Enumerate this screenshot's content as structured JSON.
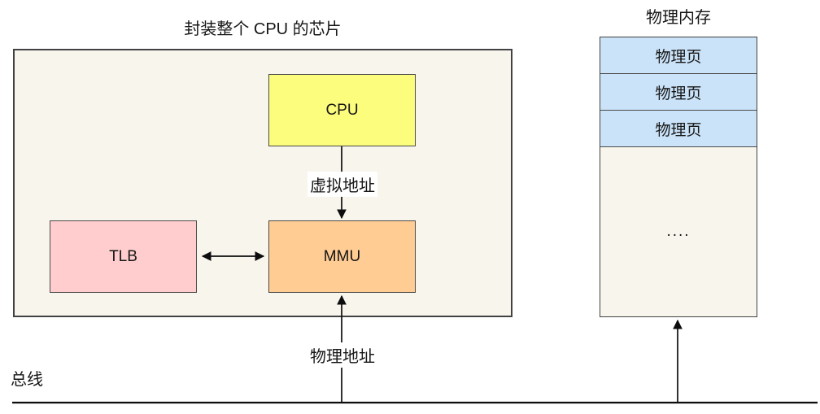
{
  "chip": {
    "title": "封装整个 CPU 的芯片",
    "cpu_label": "CPU",
    "tlb_label": "TLB",
    "mmu_label": "MMU"
  },
  "flows": {
    "virtual_address_label": "虚拟地址",
    "physical_address_label": "物理地址"
  },
  "memory": {
    "title": "物理内存",
    "pages": [
      "物理页",
      "物理页",
      "物理页"
    ],
    "ellipsis": "...."
  },
  "bus": {
    "label": "总线"
  },
  "colors": {
    "chip_fill": "#F8F5ED",
    "cpu_fill": "#FCFC7D",
    "tlb_fill": "#FFCDCD",
    "mmu_fill": "#FFCC94",
    "page_fill": "#CBE3F9",
    "box_border": "#4a4a4a",
    "outer_border": "#424242",
    "line_color": "#0d0d0d",
    "text_color": "#161616",
    "label_bg": "#ffffff"
  }
}
